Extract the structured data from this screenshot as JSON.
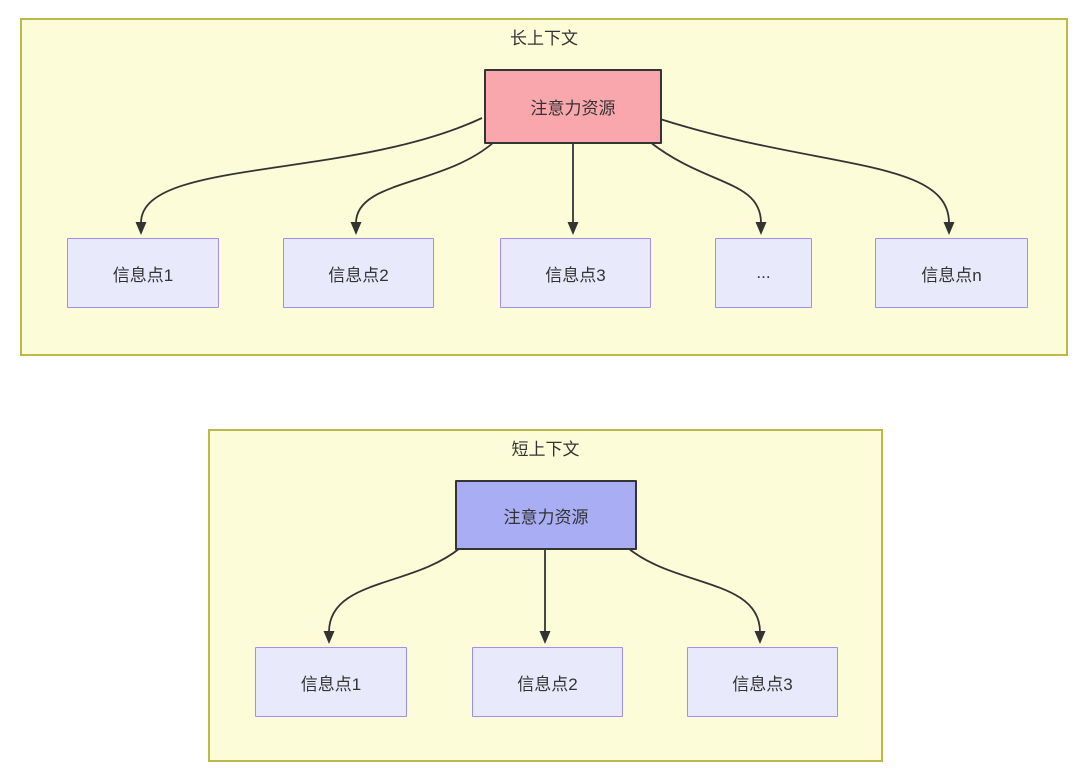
{
  "long": {
    "title": "长上下文",
    "source_label": "注意力资源",
    "targets": [
      {
        "label": "信息点1"
      },
      {
        "label": "信息点2"
      },
      {
        "label": "信息点3"
      },
      {
        "label": "..."
      },
      {
        "label": "信息点n"
      }
    ]
  },
  "short": {
    "title": "短上下文",
    "source_label": "注意力资源",
    "targets": [
      {
        "label": "信息点1"
      },
      {
        "label": "信息点2"
      },
      {
        "label": "信息点3"
      }
    ]
  },
  "colors": {
    "container_fill": "#fcfcd9",
    "container_border": "#b9ba4a",
    "source_border": "#343434",
    "long_source_fill": "#f9a7ad",
    "short_source_fill": "#a9adf4",
    "target_fill": "#e9e9fc",
    "target_border": "#a18ff0",
    "arrow": "#333333",
    "text": "#333333"
  }
}
